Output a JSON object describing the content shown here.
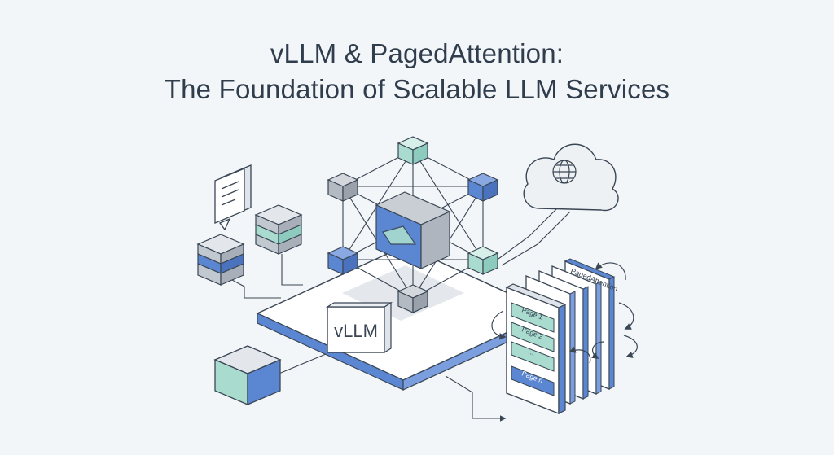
{
  "title": {
    "line1": "vLLM & PagedAttention:",
    "line2": "The Foundation of Scalable LLM Services"
  },
  "platform": {
    "label": "vLLM"
  },
  "memory_stack": {
    "header": "PagedAttention",
    "pages": [
      "Page 1",
      "Page 2",
      "...",
      "Page n"
    ]
  },
  "colors": {
    "blue": "#5b86d2",
    "teal": "#a9dccf",
    "gray": "#b4bac2",
    "ink": "#3a4654",
    "background": "#f3f6f9"
  },
  "icons": [
    "document-icon",
    "cloud-icon",
    "globe-icon",
    "database-icon",
    "cube-icon"
  ]
}
